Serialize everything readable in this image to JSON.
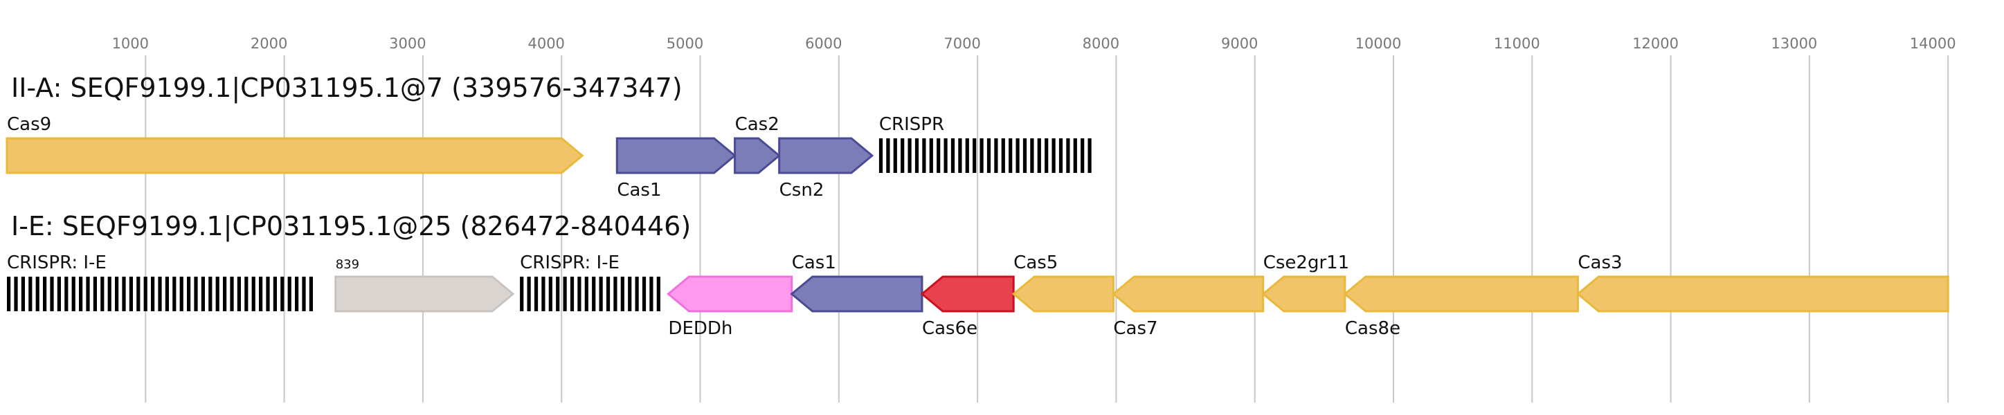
{
  "axis": {
    "min": 0,
    "max": 14000,
    "ticks": [
      1000,
      2000,
      3000,
      4000,
      5000,
      6000,
      7000,
      8000,
      9000,
      10000,
      11000,
      12000,
      13000,
      14000
    ],
    "tick_labels": [
      "1000",
      "2000",
      "3000",
      "4000",
      "5000",
      "6000",
      "7000",
      "8000",
      "9000",
      "10000",
      "11000",
      "12000",
      "13000",
      "14000"
    ]
  },
  "colors": {
    "yellow": "#f0c468",
    "yellow_stroke": "#eab83a",
    "blue": "#7b7cb8",
    "blue_stroke": "#4a4b95",
    "pink": "#ff99ee",
    "pink_stroke": "#f070dd",
    "red": "#e8424f",
    "red_stroke": "#cc1020",
    "gray": "#dad5d0",
    "gray_stroke": "#c8c3be",
    "crispr": "#000000"
  },
  "tracks": [
    {
      "title": "II-A: SEQF9199.1|CP031195.1@7 (339576-347347)",
      "features": [
        {
          "kind": "gene",
          "label": "Cas9",
          "start": 0,
          "end": 4150,
          "strand": "+",
          "color": "yellow",
          "label_pos": "above"
        },
        {
          "kind": "gene",
          "label": "Cas1",
          "start": 4400,
          "end": 5250,
          "strand": "+",
          "color": "blue",
          "label_pos": "below"
        },
        {
          "kind": "gene",
          "label": "Cas2",
          "start": 5250,
          "end": 5570,
          "strand": "+",
          "color": "blue",
          "label_pos": "above"
        },
        {
          "kind": "gene",
          "label": "Csn2",
          "start": 5570,
          "end": 6240,
          "strand": "+",
          "color": "blue",
          "label_pos": "below"
        },
        {
          "kind": "crispr",
          "label": "CRISPR",
          "start": 6290,
          "end": 7830,
          "label_pos": "above"
        }
      ]
    },
    {
      "title": "I-E: SEQF9199.1|CP031195.1@25 (826472-840446)",
      "features": [
        {
          "kind": "crispr",
          "label": "CRISPR: I-E",
          "start": 0,
          "end": 2230,
          "label_pos": "above"
        },
        {
          "kind": "gene",
          "label": "839",
          "start": 2370,
          "end": 3650,
          "strand": "+",
          "color": "gray",
          "label_pos": "above",
          "small": true
        },
        {
          "kind": "crispr",
          "label": "CRISPR: I-E",
          "start": 3700,
          "end": 4720,
          "label_pos": "above"
        },
        {
          "kind": "gene",
          "label": "DEDDh",
          "start": 4770,
          "end": 5660,
          "strand": "-",
          "color": "pink",
          "label_pos": "below"
        },
        {
          "kind": "gene",
          "label": "Cas1",
          "start": 5660,
          "end": 6600,
          "strand": "-",
          "color": "blue",
          "label_pos": "above"
        },
        {
          "kind": "gene",
          "label": "Cas6e",
          "start": 6600,
          "end": 7260,
          "strand": "-",
          "color": "red",
          "label_pos": "below"
        },
        {
          "kind": "gene",
          "label": "Cas5",
          "start": 7260,
          "end": 7980,
          "strand": "-",
          "color": "yellow",
          "label_pos": "above"
        },
        {
          "kind": "gene",
          "label": "Cas7",
          "start": 7980,
          "end": 9060,
          "strand": "-",
          "color": "yellow",
          "label_pos": "below"
        },
        {
          "kind": "gene",
          "label": "Cse2gr11",
          "start": 9060,
          "end": 9650,
          "strand": "-",
          "color": "yellow",
          "label_pos": "above"
        },
        {
          "kind": "gene",
          "label": "Cas8e",
          "start": 9650,
          "end": 11330,
          "strand": "-",
          "color": "yellow",
          "label_pos": "below"
        },
        {
          "kind": "gene",
          "label": "Cas3",
          "start": 11330,
          "end": 14000,
          "strand": "-",
          "color": "yellow",
          "label_pos": "above"
        }
      ]
    }
  ]
}
